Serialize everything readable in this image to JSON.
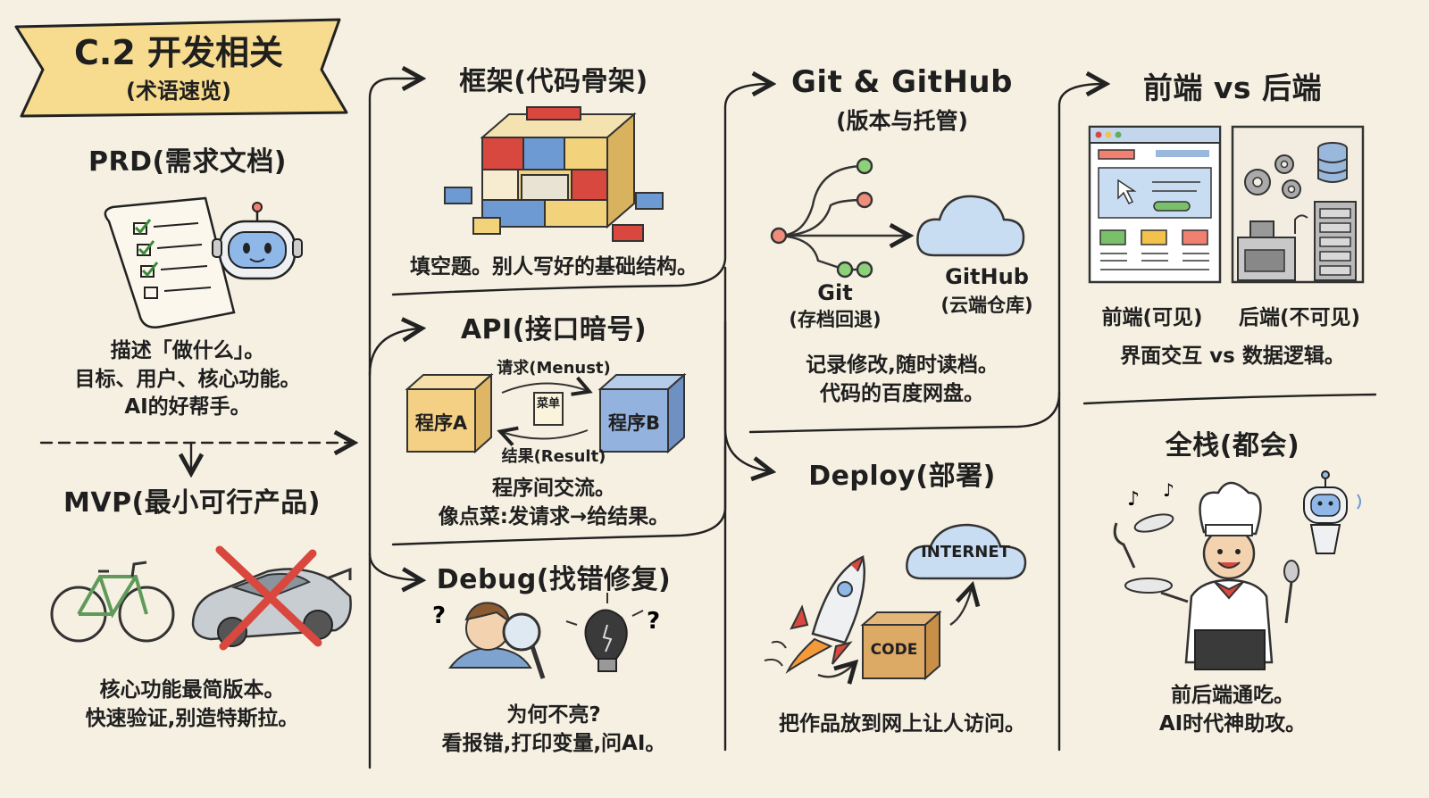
{
  "banner": {
    "title": "C.2 开发相关",
    "subtitle": "(术语速览)"
  },
  "prd": {
    "title": "PRD(需求文档)",
    "desc": [
      "描述「做什么」。",
      "目标、用户、核心功能。",
      "AI的好帮手。"
    ]
  },
  "mvp": {
    "title": "MVP(最小可行产品)",
    "desc": [
      "核心功能最简版本。",
      "快速验证,别造特斯拉。"
    ]
  },
  "framework": {
    "title": "框架(代码骨架)",
    "desc": "填空题。别人写好的基础结构。"
  },
  "api": {
    "title": "API(接口暗号)",
    "request_label": "请求(Menust)",
    "menu_label": "菜单",
    "result_label": "结果(Result)",
    "program_a": "程序A",
    "program_b": "程序B",
    "desc": [
      "程序间交流。",
      "像点菜:发请求→给结果。"
    ]
  },
  "debug": {
    "title": "Debug(找错修复)",
    "desc": [
      "为何不亮?",
      "看报错,打印变量,问AI。"
    ]
  },
  "git": {
    "title": "Git & GitHub",
    "subtitle": "(版本与托管)",
    "git_label": "Git",
    "git_sub": "(存档回退)",
    "github_label": "GitHub",
    "github_sub": "(云端仓库)",
    "desc": [
      "记录修改,随时读档。",
      "代码的百度网盘。"
    ]
  },
  "deploy": {
    "title": "Deploy(部署)",
    "internet_label": "INTERNET",
    "code_label": "CODE",
    "desc": "把作品放到网上让人访问。"
  },
  "frontback": {
    "title": "前端 vs 后端",
    "front_label": "前端(可见)",
    "back_label": "后端(不可见)",
    "desc": "界面交互 vs 数据逻辑。"
  },
  "fullstack": {
    "title": "全栈(都会)",
    "desc": [
      "前后端通吃。",
      "AI时代神助攻。"
    ]
  }
}
